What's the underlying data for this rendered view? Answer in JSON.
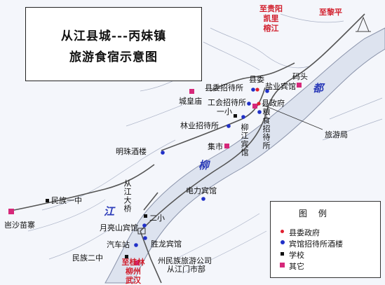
{
  "title": {
    "line1": "从江县城---丙妹镇",
    "line2": "旅游食宿示意图"
  },
  "directions": {
    "guiyang": "至贵阳\n凯里\n榕江",
    "liping": "至黎平",
    "guilin": "至桂林\n柳州\n武汉"
  },
  "rivers": {
    "du": "都",
    "liu": "柳",
    "jiang": "江"
  },
  "places": {
    "matou": "码头",
    "xianwei_zhaodaisuo": "县委招待所",
    "xianwei": "县委",
    "yanye_binguan": "盐业宾馆",
    "chenghuangmiao": "城皇庙",
    "gonghui_zhaodaisuo": "工会招待所",
    "xianzhengfu": "县政府",
    "yi_xiao": "一小",
    "linye_zhaodaisuo": "林业招待所",
    "liangshi_zhaodaisuo": "粮食招待所",
    "lvyouju": "旅游局",
    "liujiang_binguan": "柳江宾馆",
    "jishi": "集市",
    "mingzhu_jiulou": "明珠酒楼",
    "dianli_binguan": "电力宾馆",
    "congjiang_daqiao": "从江大桥",
    "minzu_yizhong": "民族一中",
    "er_xiao": "二小",
    "yueliangshan_binguan": "月亮山宾馆",
    "qichezhan": "汽车站",
    "shenglong_binguan": "胜龙宾馆",
    "zhou_minzu_lvyou": "州民族旅游公司",
    "congjiang_menshibu": "从江门市部",
    "minzu_erzhong": "民族二中",
    "basha_miaozhai": "岜沙苗寨"
  },
  "legend": {
    "title": "图 例",
    "items": [
      {
        "label": "县委政府",
        "marker": "red-dot",
        "color": "#e02030"
      },
      {
        "label": "宾馆招待所酒楼",
        "marker": "blue-dot",
        "color": "#2030c8"
      },
      {
        "label": "学校",
        "marker": "black-square",
        "color": "#111111"
      },
      {
        "label": "其它",
        "marker": "pink-square",
        "color": "#d6287a"
      }
    ]
  }
}
